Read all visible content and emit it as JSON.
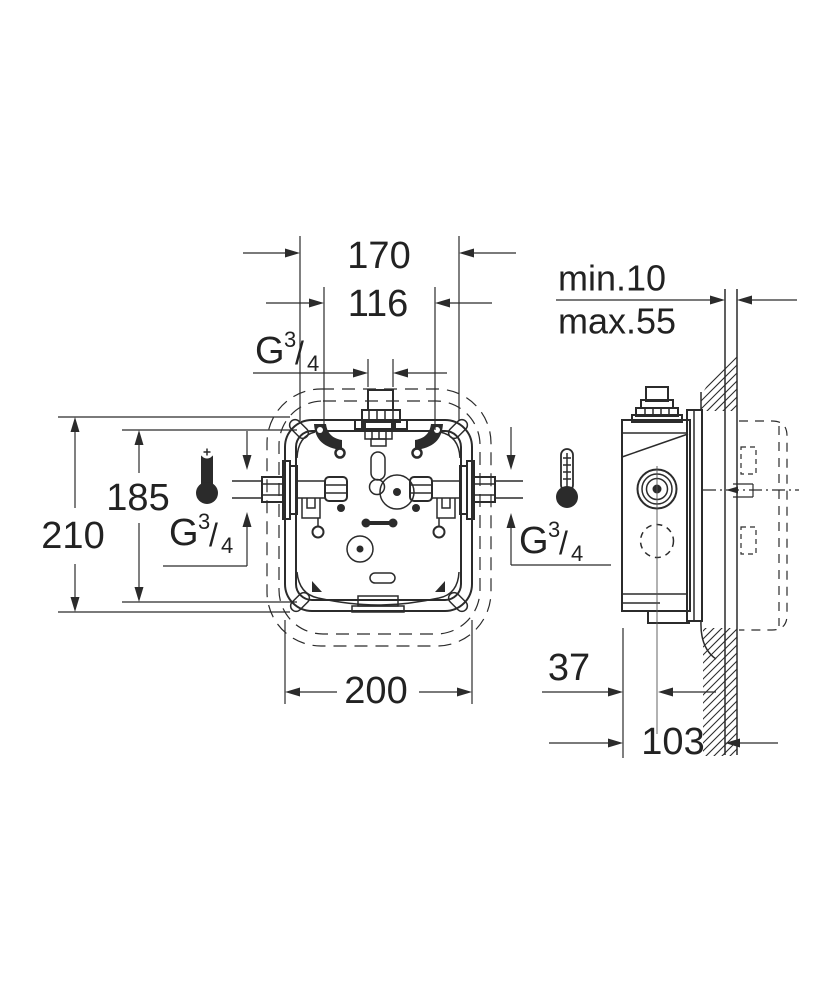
{
  "colors": {
    "line": "#2b2b2b",
    "background": "#ffffff"
  },
  "dimensions": {
    "connector_width": "170",
    "screw_spacing": "116",
    "overall_height": "210",
    "slot_spacing": "185",
    "overall_width": "200",
    "port_depth": "37",
    "total_depth": "103",
    "wall_min": "min.10",
    "wall_max": "max.55"
  },
  "thread_label": {
    "prefix": "G",
    "numerator": "3",
    "slash": "/",
    "denominator": "4"
  },
  "icons": {
    "hot": "hot-thermometer-icon",
    "cold": "cold-thermometer-icon"
  }
}
